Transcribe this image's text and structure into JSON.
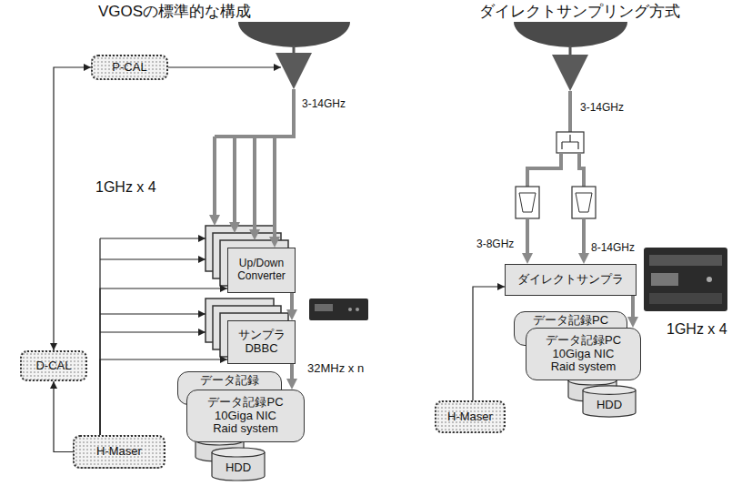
{
  "diagram": {
    "nodes": [
      {
        "text": [
          "P-CAL"
        ]
      },
      {
        "text": [
          "D-CAL"
        ]
      },
      {
        "text": [
          "H-Maser"
        ]
      },
      {
        "text": [
          "Up/Down Converter"
        ]
      },
      {
        "text": [
          "サンプラ DBBC"
        ]
      },
      {
        "text": [
          "データ記録"
        ]
      },
      {
        "text": [
          "データ記録PC",
          "10Giga NIC",
          "Raid system"
        ]
      },
      {
        "text": [
          "HDD"
        ]
      },
      {
        "text": [
          "ダイレクトサンプラ"
        ]
      },
      {
        "text": [
          "データ記録PC"
        ]
      },
      {
        "text": [
          "データ記録PC",
          "10Giga NIC",
          "Raid system"
        ]
      },
      {
        "text": [
          "HDD"
        ]
      },
      {
        "text": [
          "H-Maser"
        ]
      }
    ],
    "edges": [
      {
        "from": 0,
        "to": 1,
        "arrow": "both"
      },
      {
        "from": 2,
        "to": 1,
        "arrow": "to"
      },
      {
        "from": 2,
        "to": 3,
        "arrow": "to"
      },
      {
        "from": 2,
        "to": 4,
        "arrow": "to"
      },
      {
        "from": 3,
        "to": 4,
        "arrow": "to"
      },
      {
        "from": 4,
        "to": 6,
        "arrow": "to"
      },
      {
        "from": 8,
        "to": 10,
        "arrow": "to"
      },
      {
        "from": 12,
        "to": 8,
        "arrow": "to"
      }
    ],
    "labels": [
      "VGOSの標準的な構成",
      "ダイレクトサンプリング方式",
      "3-14GHz",
      "1GHz x 4",
      "32MHz x n",
      "3-14GHz",
      "3-8GHz",
      "8-14GHz",
      "1GHz x 4"
    ]
  }
}
